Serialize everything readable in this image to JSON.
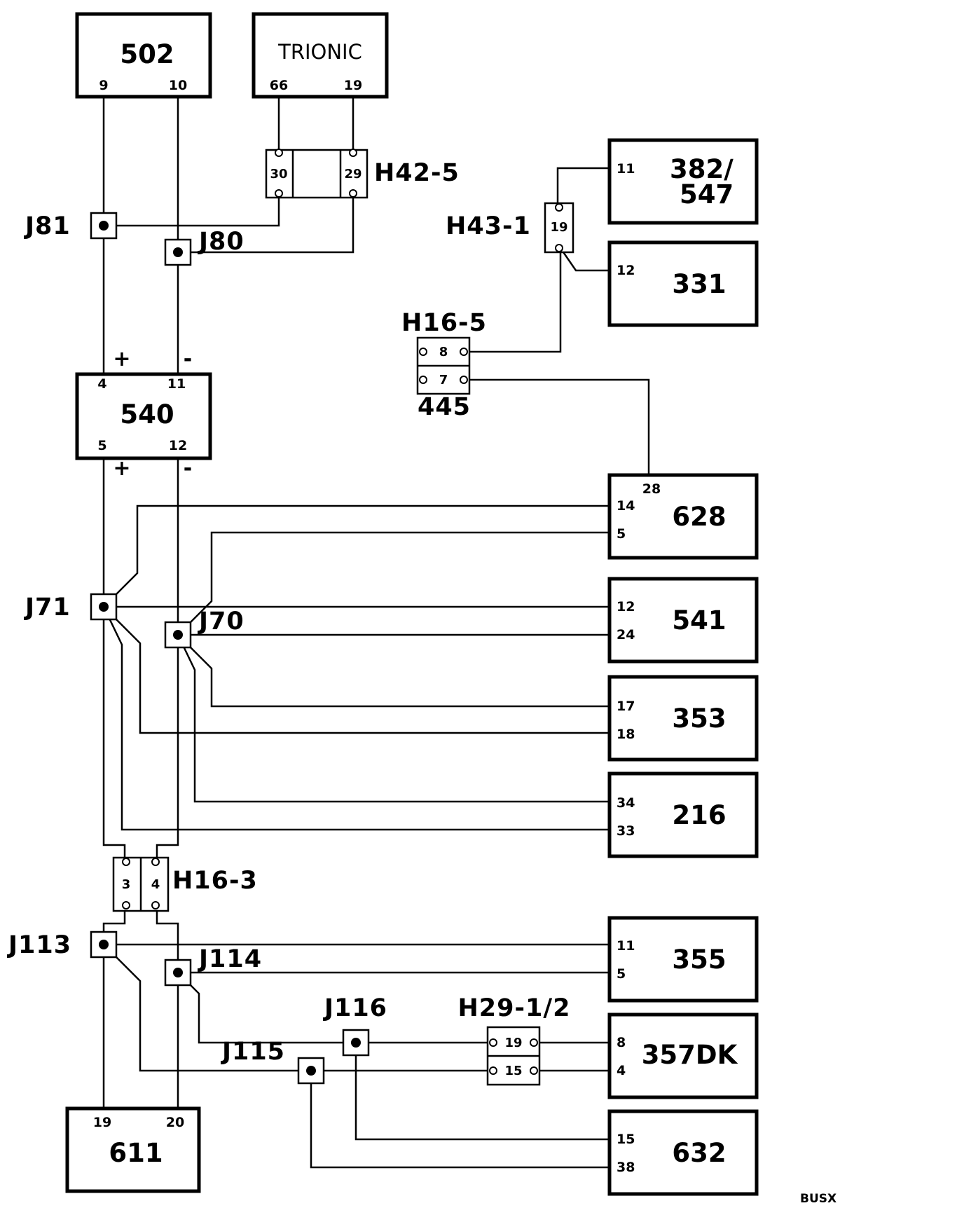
{
  "components": {
    "c502": {
      "name": "502",
      "pins": [
        "9",
        "10"
      ]
    },
    "trionic": {
      "name": "TRIONIC",
      "pins": [
        "66",
        "19"
      ]
    },
    "c382": {
      "name_line1": "382/",
      "name_line2": "547",
      "pin": "11"
    },
    "c331": {
      "name": "331",
      "pin": "12"
    },
    "c540": {
      "name": "540",
      "pins_top": [
        "4",
        "11"
      ],
      "pins_bottom": [
        "5",
        "12"
      ]
    },
    "c628": {
      "name": "628",
      "pins": [
        "28",
        "14",
        "5"
      ]
    },
    "c541": {
      "name": "541",
      "pins": [
        "12",
        "24"
      ]
    },
    "c353": {
      "name": "353",
      "pins": [
        "17",
        "18"
      ]
    },
    "c216": {
      "name": "216",
      "pins": [
        "34",
        "33"
      ]
    },
    "c355": {
      "name": "355",
      "pins": [
        "11",
        "5"
      ]
    },
    "c357dk": {
      "name": "357DK",
      "pins": [
        "8",
        "4"
      ]
    },
    "c632": {
      "name": "632",
      "pins": [
        "15",
        "38"
      ]
    },
    "c611": {
      "name": "611",
      "pins": [
        "19",
        "20"
      ]
    }
  },
  "connectors": {
    "h42_5": {
      "label": "H42-5",
      "pins": [
        "30",
        "29"
      ]
    },
    "h43_1": {
      "label": "H43-1",
      "pin": "19"
    },
    "h16_5": {
      "label": "H16-5",
      "pins": [
        "8",
        "7"
      ],
      "sublabel": "445"
    },
    "h16_3": {
      "label": "H16-3",
      "pins": [
        "3",
        "4"
      ]
    },
    "h29": {
      "label": "H29-1/2",
      "pins": [
        "19",
        "15"
      ]
    }
  },
  "junctions": {
    "j81": "J81",
    "j80": "J80",
    "j71": "J71",
    "j70": "J70",
    "j113": "J113",
    "j114": "J114",
    "j115": "J115",
    "j116": "J116"
  },
  "polarity": {
    "plus": "+",
    "minus": "-"
  },
  "footer": {
    "code": "BUSX"
  }
}
